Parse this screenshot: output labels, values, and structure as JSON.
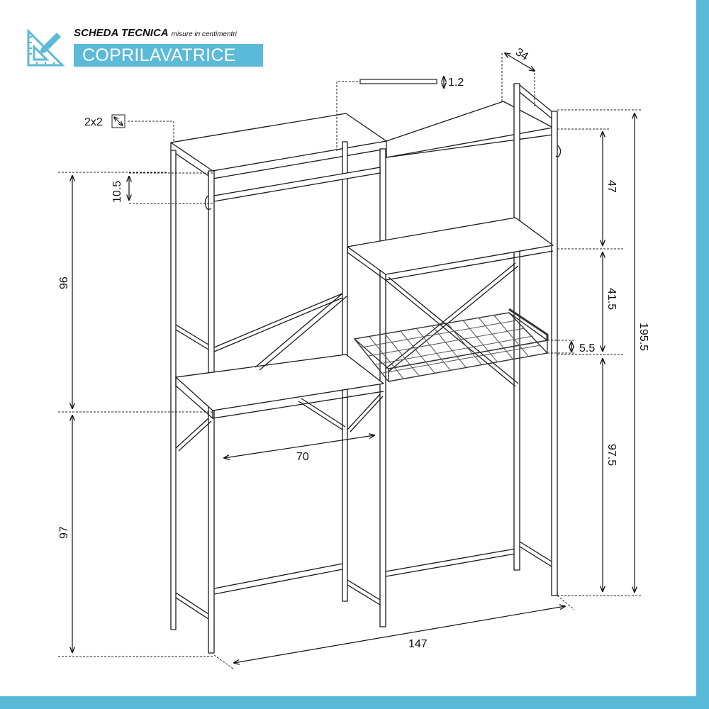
{
  "header": {
    "title": "SCHEDA TECNICA",
    "subtitle": "misure in centimentri",
    "product": "COPRILAVATRICE"
  },
  "icons": {
    "logo": "ruler-pencil-icon",
    "diagonal": "diagonal-arrow-icon"
  },
  "colors": {
    "accent": "#5bbad8",
    "line": "#1a1a1a"
  },
  "dimensions": {
    "tube": "2x2",
    "board": "1.2",
    "depth": "34",
    "rod_drop": "10.5",
    "left_upper_height": "96",
    "left_lower_height": "97",
    "shelf_width": "70",
    "total_width": "147",
    "right_top_gap": "47",
    "right_mid_gap": "41.5",
    "basket_height": "5.5",
    "right_lower_height": "97.5",
    "total_height": "195.5"
  }
}
